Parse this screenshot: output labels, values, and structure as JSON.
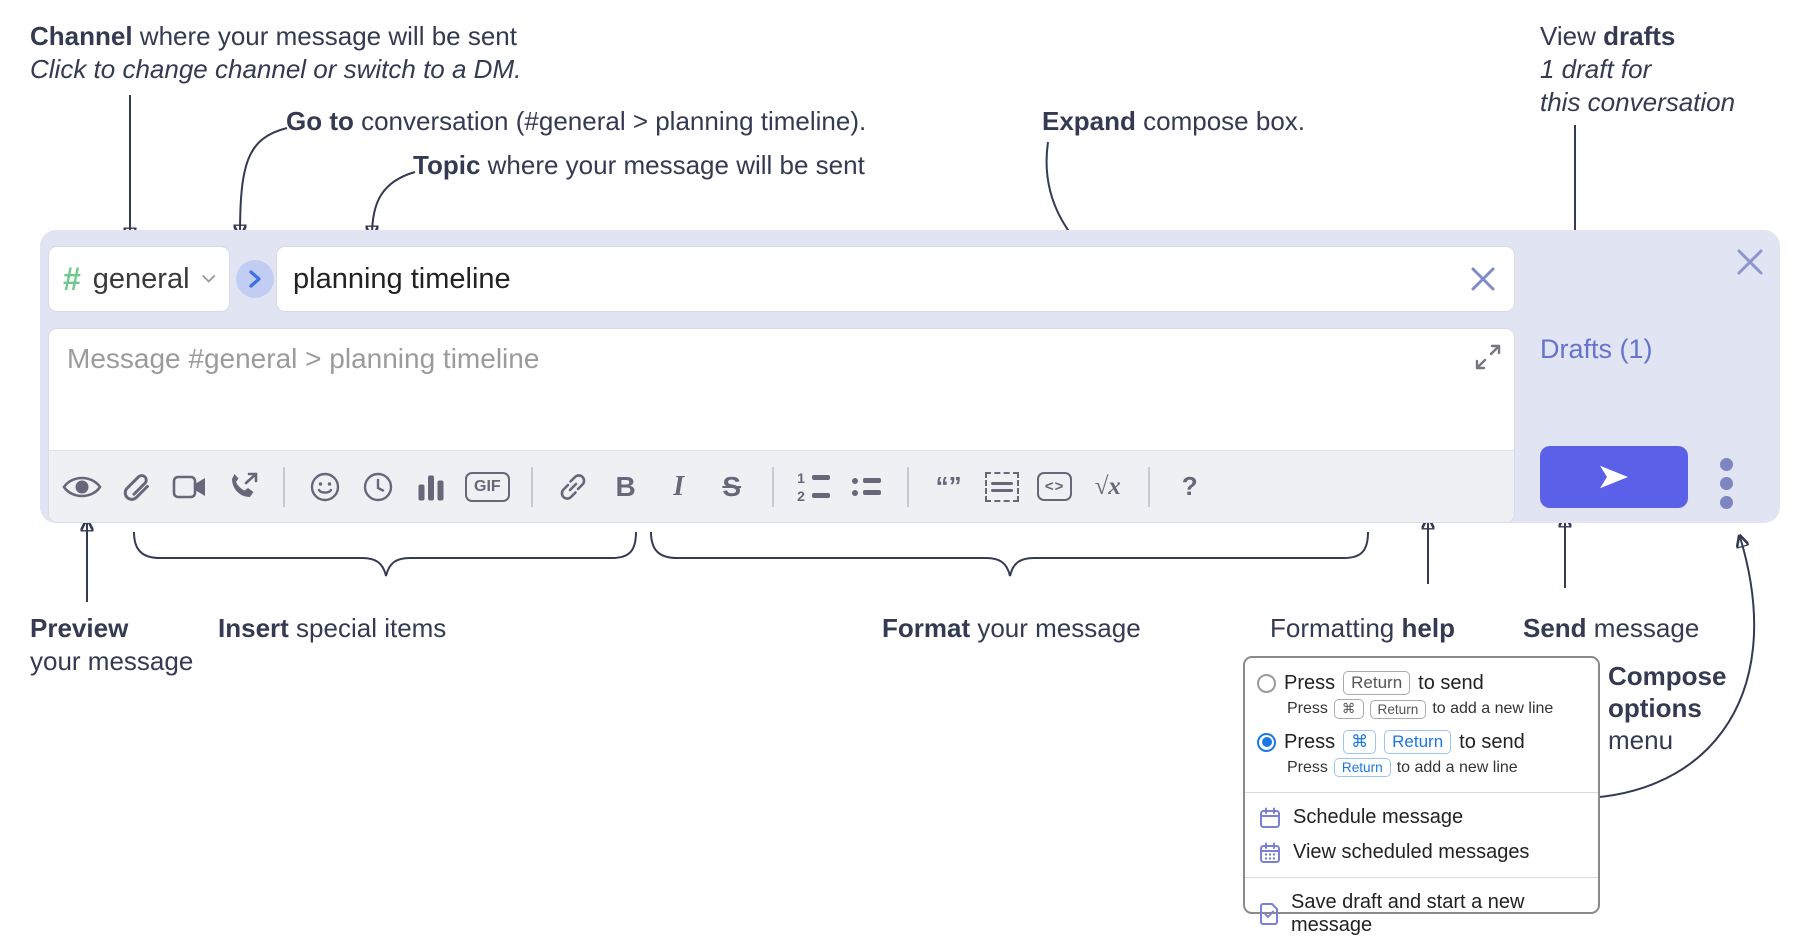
{
  "annotations": {
    "channel": {
      "bold": "Channel",
      "rest": " where your message will be sent",
      "sub": "Click to change channel or switch to a DM."
    },
    "goto": {
      "bold": "Go to",
      "rest": " conversation (#general > planning timeline)."
    },
    "topic": {
      "bold": "Topic",
      "rest": " where your message will be sent"
    },
    "expand": {
      "bold": "Expand",
      "rest": " compose box."
    },
    "drafts": {
      "pre": "View ",
      "bold": "drafts",
      "line2": "1 draft for",
      "line3": "this conversation"
    },
    "preview": {
      "bold": "Preview",
      "line2": "your message"
    },
    "insert": {
      "bold": "Insert",
      "rest": " special items"
    },
    "format": {
      "bold": "Format",
      "rest": " your message"
    },
    "help": {
      "pre": "Formatting ",
      "bold": "help"
    },
    "send": {
      "bold": "Send",
      "rest": " message"
    },
    "compose_options": {
      "line1": "Compose",
      "line2": "options",
      "line3": "menu"
    }
  },
  "compose": {
    "hash_symbol": "#",
    "channel_name": "general",
    "topic_value": "planning timeline",
    "message_placeholder": "Message #general > planning timeline",
    "drafts_label": "Drafts (1)",
    "toolbar": {
      "gif": "GIF",
      "bold": "B",
      "italic": "I",
      "strike": "S",
      "num1": "1",
      "num2": "2",
      "quote_open": "“",
      "quote_close": "”",
      "code": "<>",
      "math": "√x",
      "help": "?"
    }
  },
  "popup": {
    "options": [
      {
        "selected": false,
        "main_pre": "Press",
        "main_key1": "Return",
        "main_post": "to send",
        "sub_pre": "Press",
        "sub_key1": "⌘",
        "sub_key2": "Return",
        "sub_post": "to add a new line"
      },
      {
        "selected": true,
        "main_pre": "Press",
        "main_key1": "⌘",
        "main_key2": "Return",
        "main_post": "to send",
        "sub_pre": "Press",
        "sub_key1": "Return",
        "sub_post": "to add a new line"
      }
    ],
    "items": [
      "Schedule message",
      "View scheduled messages",
      "Save draft and start a new message"
    ]
  },
  "colors": {
    "compose_bg": "#e1e4f2",
    "send_button": "#5a60e8",
    "drafts_link": "#6573cb",
    "hash_green": "#6fc88c",
    "icon_gray": "#66687a",
    "annotation_text": "#343a52",
    "selected_blue": "#1c77e3",
    "popup_icon_purple": "#7b80d6"
  }
}
